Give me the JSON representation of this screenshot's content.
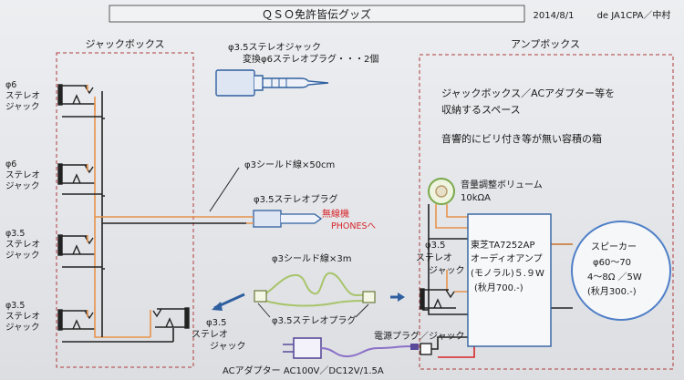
{
  "header": {
    "title": "ＱＳＯ免許皆伝グッズ",
    "date": "2014/8/1",
    "author": "de  JA1CPA／中村"
  },
  "jack_box": {
    "title": "ジャックボックス",
    "jack1": [
      "φ6",
      "ステレオ",
      "ジャック"
    ],
    "jack2": [
      "φ6",
      "ステレオ",
      "ジャック"
    ],
    "jack3": [
      "φ3.5",
      "ステレオ",
      "ジャック"
    ],
    "jack4": [
      "φ3.5",
      "ステレオ",
      "ジャック"
    ]
  },
  "converter": {
    "line1": "φ3.5ステレオジャック",
    "line2": "変換φ6ステレオプラグ・・・2個"
  },
  "cable1": {
    "label": "φ3シールド線×50cm",
    "plug_label": "φ3.5ステレオプラグ",
    "radio_label": "無線機",
    "phones_label": "PHONESへ"
  },
  "cable2": {
    "label": "φ3シールド線×3m",
    "plug_label": "φ3.5ステレオプラグ",
    "jack_label": [
      "φ3.5",
      "ステレオ",
      "ジャック"
    ]
  },
  "adapter": {
    "label": "ACアダプター  AC100V／DC12V/1.5A"
  },
  "amp_box": {
    "title": "アンプボックス",
    "desc1": "ジャックボックス／ACアダプター等を",
    "desc2": "収納するスペース",
    "desc3": "音響的にビリ付き等が無い容積の箱",
    "volume_line1": "音量調整ボリューム",
    "volume_line2": "10kΩA",
    "input_jack": [
      "φ3.5",
      "ステレオ",
      "ジャック"
    ],
    "power_jack": "電源プラグ／ジャック"
  },
  "amp_ic": {
    "line1": "東芝TA7252AP",
    "line2": "オーディオアンプ",
    "line3": "(モノラル)５.９W",
    "line4": "(秋月700.-)"
  },
  "speaker": {
    "line1": "スピーカー",
    "line2": "φ60～70",
    "line3": "4～8Ω ／5W",
    "line4": "(秋月300.-)"
  },
  "colors": {
    "frame": "#b03a3a",
    "wire_orange": "#e8924a",
    "wire_black": "#2a2a2a",
    "blue": "#2f5f9f",
    "accent_red": "#d8262a",
    "speaker": "#4f7fc7",
    "pot_green": "#7aa84a",
    "cable_green": "#a8c46a",
    "adapter_purple": "#5a4a9a"
  }
}
